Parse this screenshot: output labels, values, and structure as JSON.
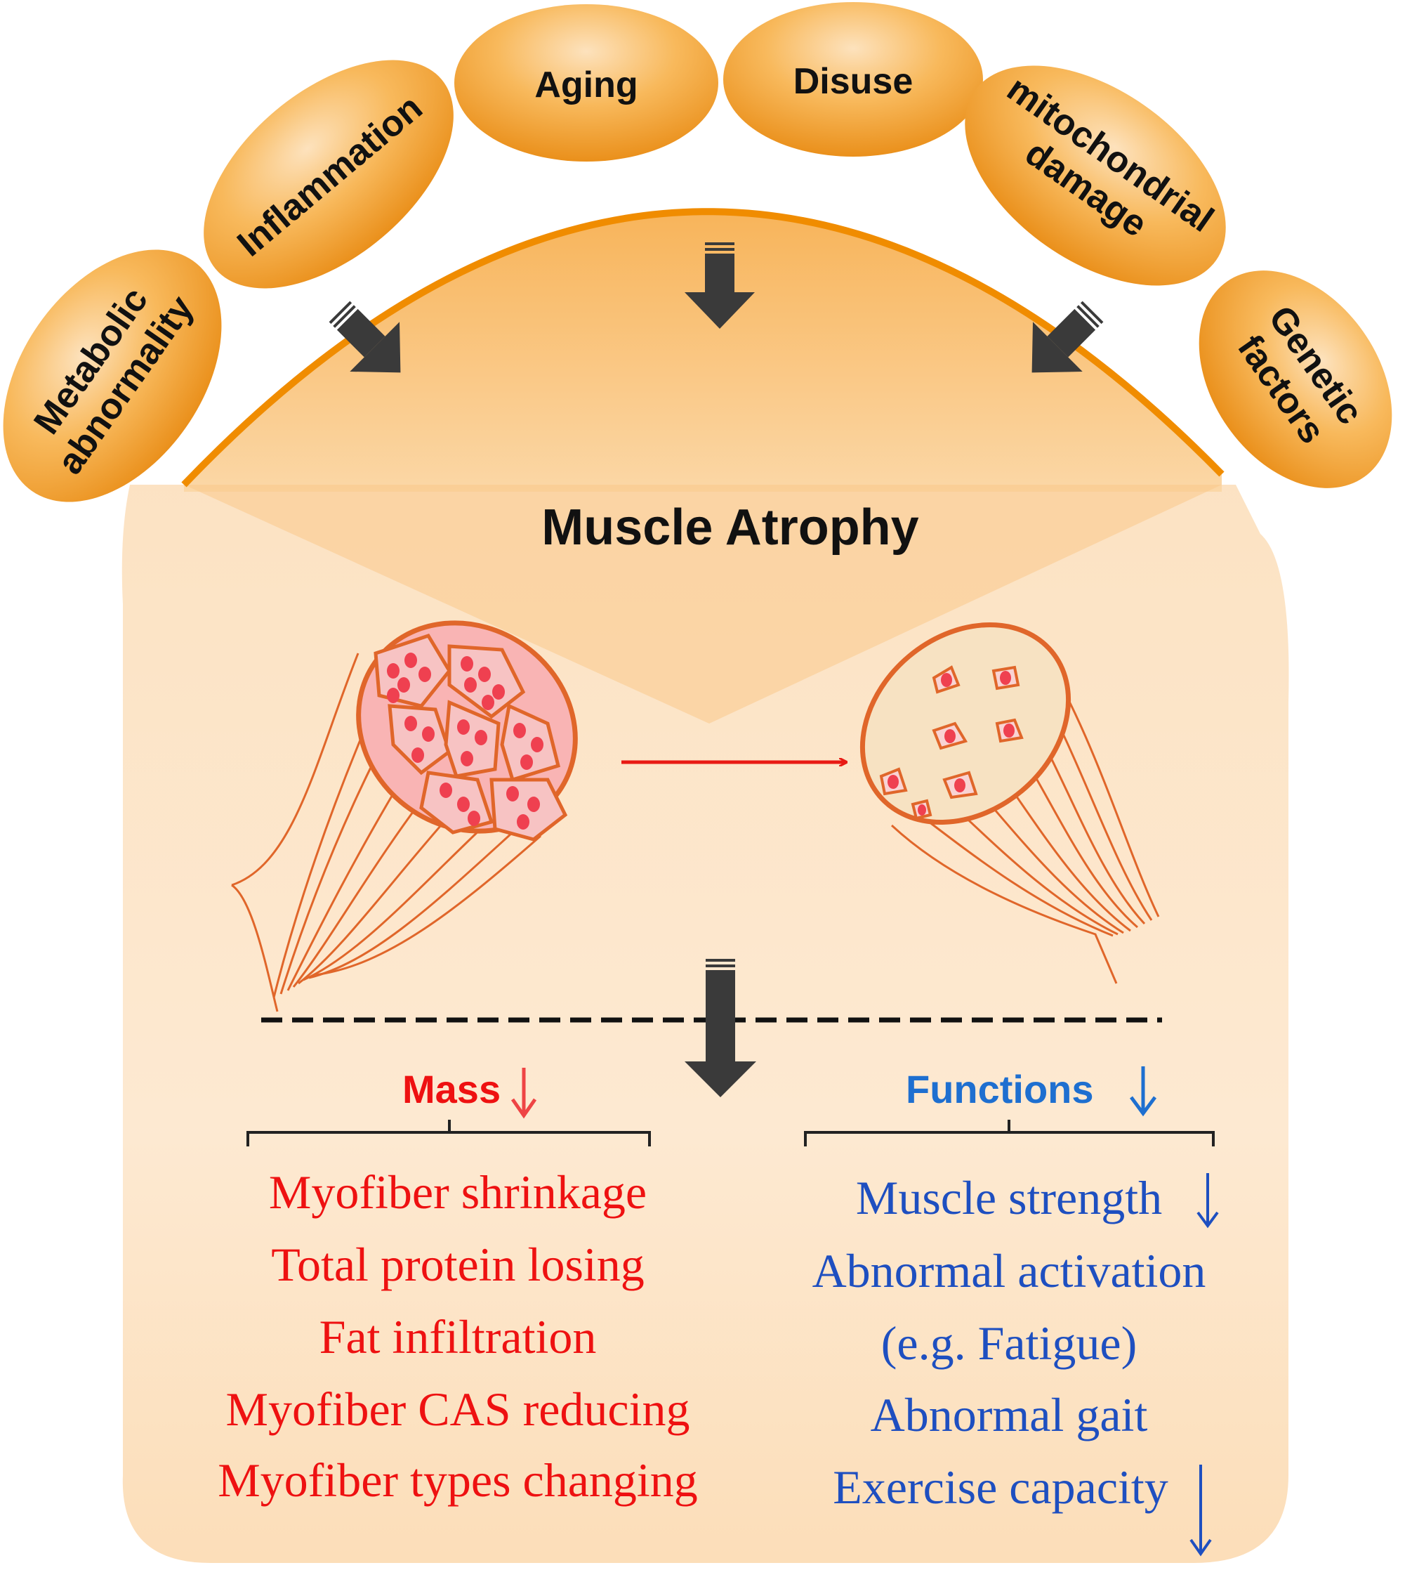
{
  "causes": {
    "aging": "Aging",
    "disuse": "Disuse",
    "inflammation": "Inflammation",
    "mitochondrial_line1": "mitochondrial",
    "mitochondrial_line2": "damage",
    "metabolic_line1": "Metabolic",
    "metabolic_line2": "abnormality",
    "genetic_line1": "Genetic",
    "genetic_line2": "factors"
  },
  "title": "Muscle Atrophy",
  "mass": {
    "heading": "Mass",
    "items": [
      "Myofiber shrinkage",
      "Total protein losing",
      "Fat infiltration",
      "Myofiber CAS reducing",
      "Myofiber types changing"
    ]
  },
  "functions": {
    "heading": "Functions",
    "items": [
      "Muscle strength",
      "Abnormal activation",
      "(e.g. Fatigue)",
      "Abnormal gait",
      "Exercise capacity"
    ]
  },
  "colors": {
    "orange": "#f5a623",
    "mass": "#ee1111",
    "functions": "#1e6fd0",
    "arrow": "#3a3a3a",
    "muscle": "#e0662a"
  }
}
